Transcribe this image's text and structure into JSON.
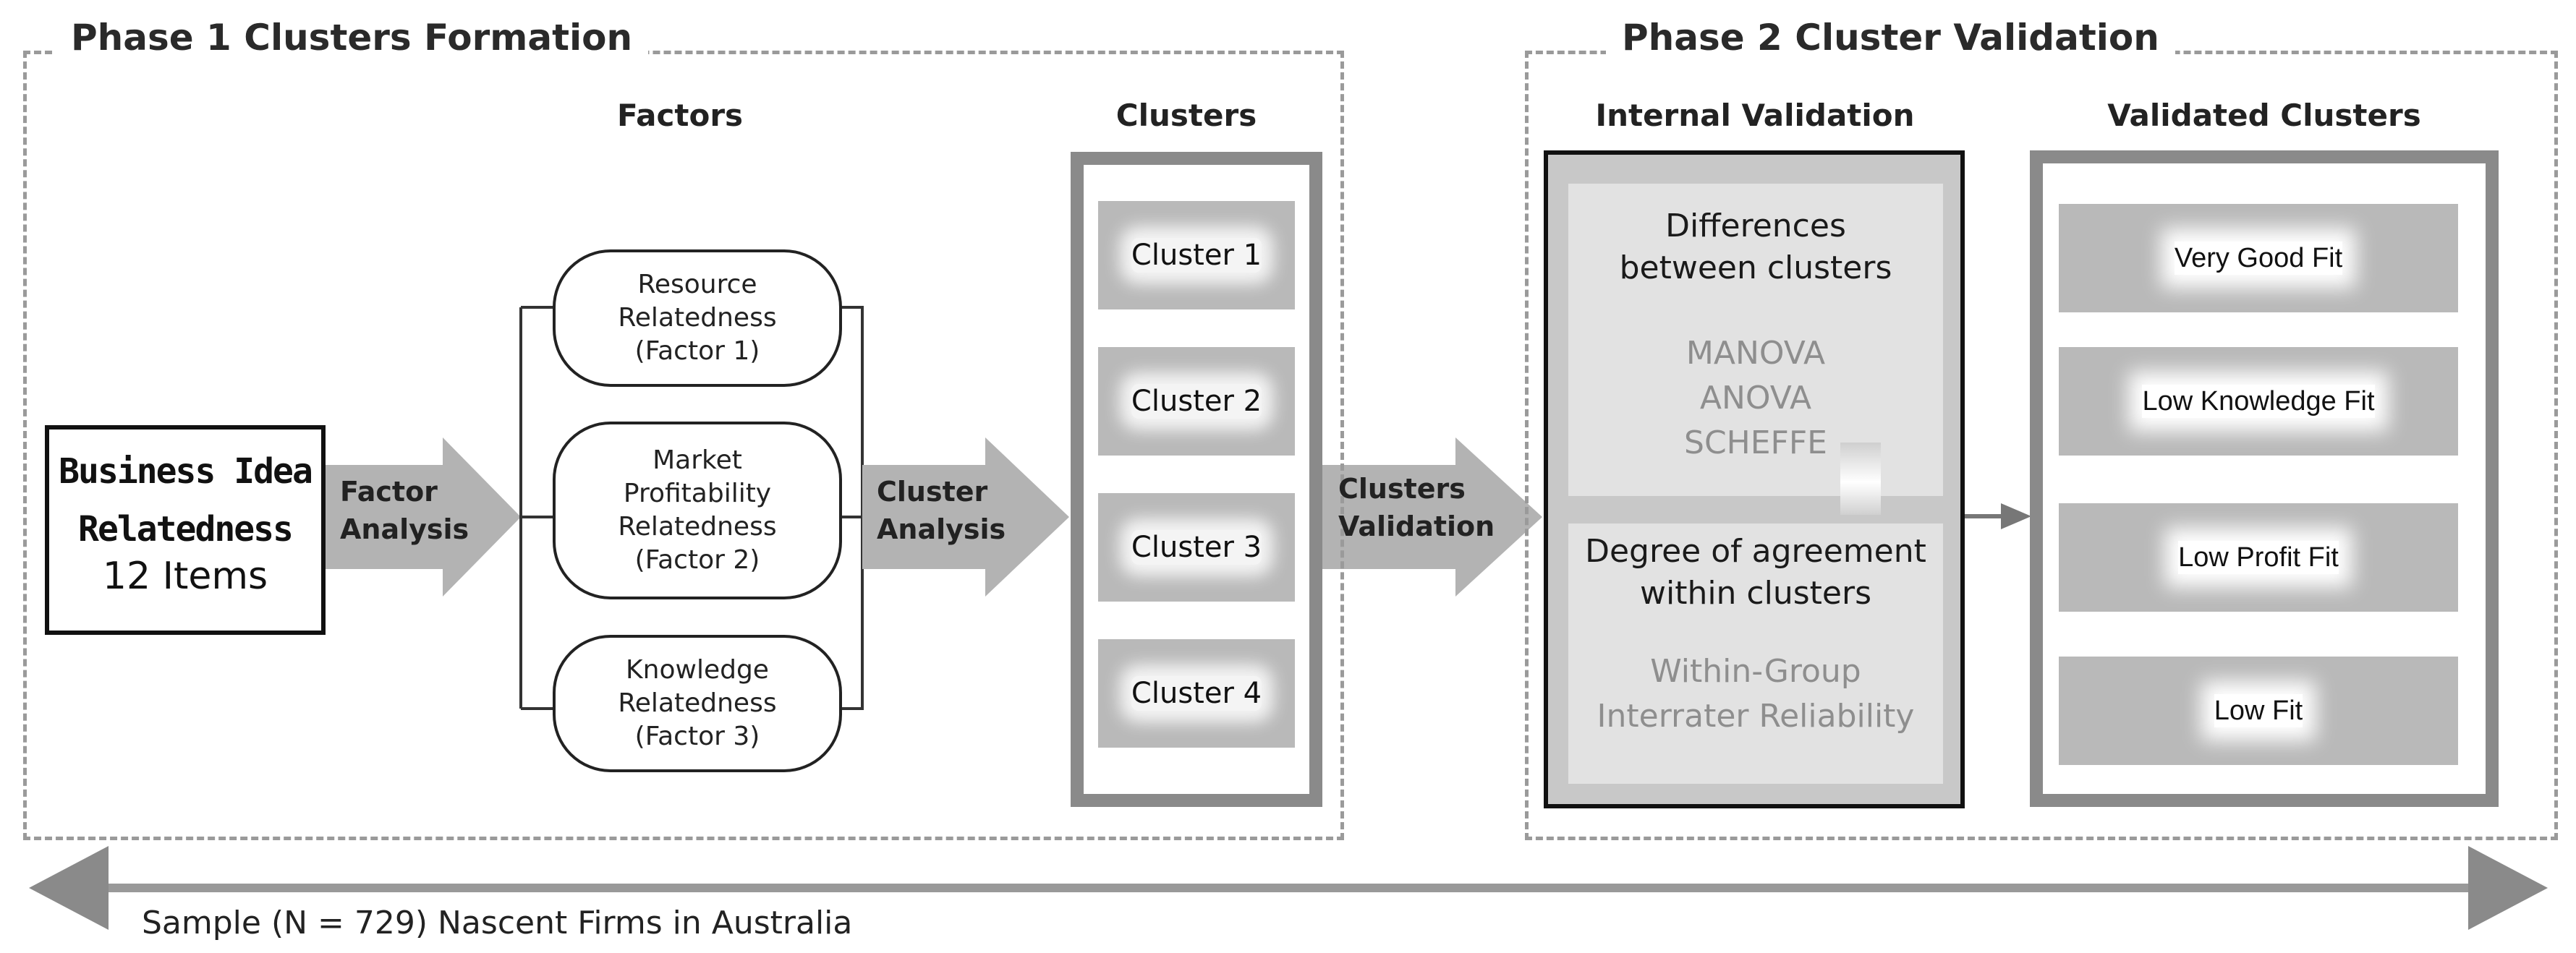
{
  "phase1": {
    "title": "Phase  1  Clusters Formation",
    "factors_heading": "Factors",
    "clusters_heading": "Clusters",
    "business_idea": {
      "title_line1": "Business Idea",
      "title_line2": "Relatedness",
      "subtitle": "12 Items"
    },
    "factor_analysis_label": [
      "Factor",
      "Analysis"
    ],
    "factors": [
      {
        "lines": [
          "Resource",
          "Relatedness",
          "(Factor 1)"
        ]
      },
      {
        "lines": [
          "Market",
          "Profitability",
          "Relatedness",
          "(Factor 2)"
        ]
      },
      {
        "lines": [
          "Knowledge",
          "Relatedness",
          "(Factor 3)"
        ]
      }
    ],
    "cluster_analysis_label": [
      "Cluster",
      "Analysis"
    ],
    "clusters": [
      "Cluster 1",
      "Cluster 2",
      "Cluster 3",
      "Cluster 4"
    ]
  },
  "phase2": {
    "title": "Phase 2  Cluster Validation",
    "clusters_validation_label": [
      "Clusters",
      "Validation"
    ],
    "internal_validation_heading": "Internal Validation",
    "validated_clusters_heading": "Validated Clusters",
    "differences": {
      "heading": [
        "Differences",
        "between clusters"
      ],
      "methods": [
        "MANOVA",
        "ANOVA",
        "SCHEFFE"
      ]
    },
    "agreement": {
      "heading": [
        "Degree of agreement",
        "within clusters"
      ],
      "methods": [
        "Within-Group",
        "Interrater Reliability"
      ]
    },
    "validated_clusters": [
      "Very Good Fit",
      "Low Knowledge Fit",
      "Low Profit Fit",
      "Low  Fit"
    ]
  },
  "sample_label": "Sample (N = 729) Nascent Firms in Australia",
  "colors": {
    "arrow_fill": "#b3b3b3",
    "frame_gray": "#8a8a8a",
    "item_gray": "#b9b9b9",
    "panel_gray": "#e2e2e2",
    "dash_gray": "#9a9a9a"
  }
}
